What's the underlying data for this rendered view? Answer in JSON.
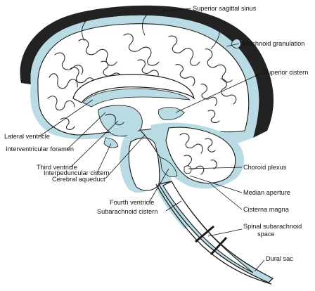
{
  "labels": {
    "superior_sagittal_sinus": "Superior sagittal sinus",
    "arachnoid_granulation": "Arachnoid granulation",
    "superior_cistern": "Superior cistern",
    "lateral_ventricle": "Lateral ventricle",
    "interventricular_foramen": "Interventricular foramen",
    "third_ventricle": "Third ventricle",
    "interpeduncular_cistern": "Interpeduncular cistern",
    "cerebral_aqueduct": "Cerebral aqueduct",
    "choroid_plexus": "Choroid plexus",
    "median_aperture": "Median aperture",
    "fourth_ventricle": "Fourth ventricle",
    "cisterna_magna": "Cisterna magna",
    "subarachnoid_cistern": "Subarachnoid cistern",
    "spinal_subarachnoid_space_line1": "Spinal subarachnoid",
    "spinal_subarachnoid_space_line2": "space",
    "dural_sac": "Dural sac"
  },
  "colors": {
    "csf": "#b9dbe4",
    "dura": "#1c1c1c",
    "tissue": "#ffffff",
    "ink": "#111111"
  }
}
